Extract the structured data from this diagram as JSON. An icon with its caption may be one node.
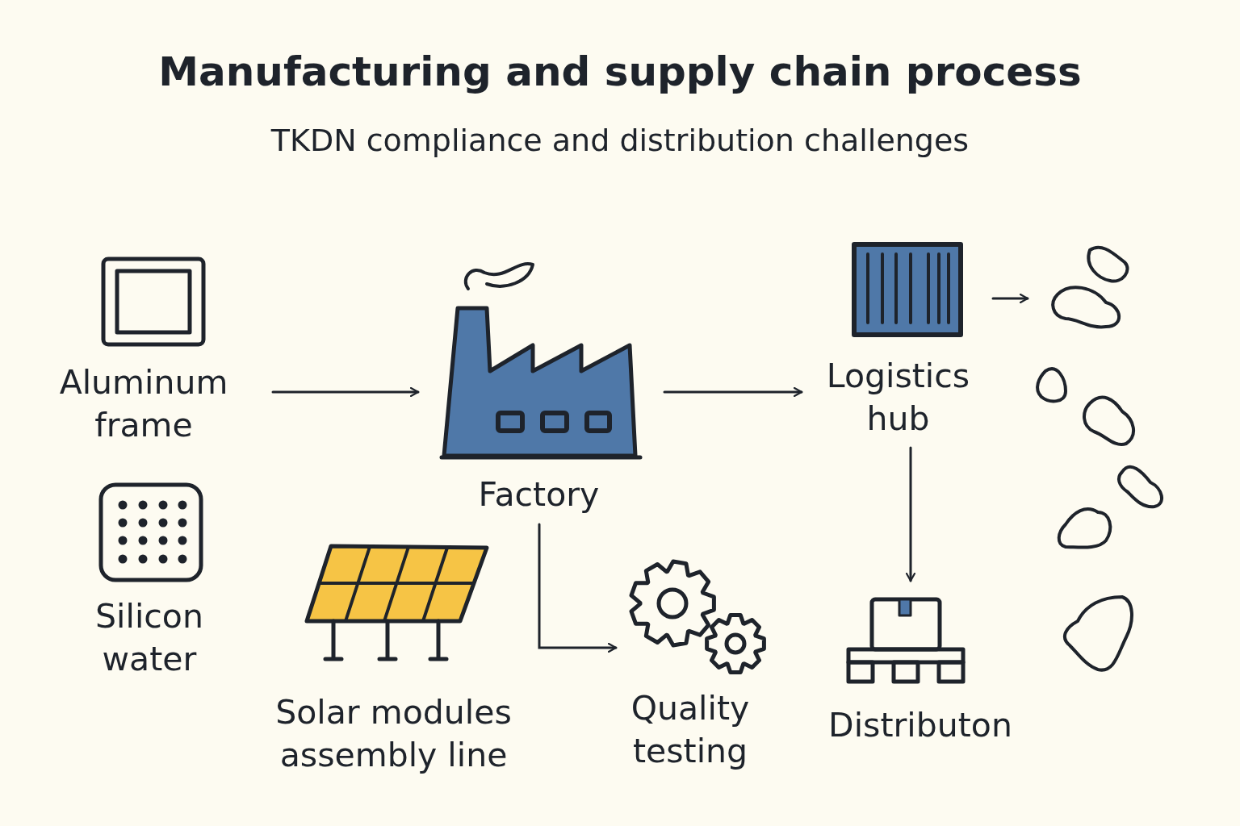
{
  "diagram": {
    "title": "Manufacturing and supply chain process",
    "nodes": [
      {
        "text": [
          "Aluminum frame"
        ]
      },
      {
        "text": [
          "Silicon water"
        ]
      },
      {
        "text": [
          "Factory"
        ]
      },
      {
        "text": [
          "Solar modules assembly line"
        ]
      },
      {
        "text": [
          "Quality testing"
        ]
      },
      {
        "text": [
          "Logistics hub"
        ]
      },
      {
        "text": [
          "Distributon"
        ]
      },
      {
        "text": [],
        "shape": "picture"
      }
    ],
    "edges": [
      {
        "from": 0,
        "to": 2,
        "arrow": "to"
      },
      {
        "from": 2,
        "to": 5,
        "arrow": "to"
      },
      {
        "from": 5,
        "to": 7,
        "arrow": "to"
      },
      {
        "from": 5,
        "to": 6,
        "arrow": "to"
      },
      {
        "from": 2,
        "to": 4,
        "arrow": "to"
      }
    ],
    "labels": [
      "TKDN compliance and distribution challenges"
    ]
  }
}
